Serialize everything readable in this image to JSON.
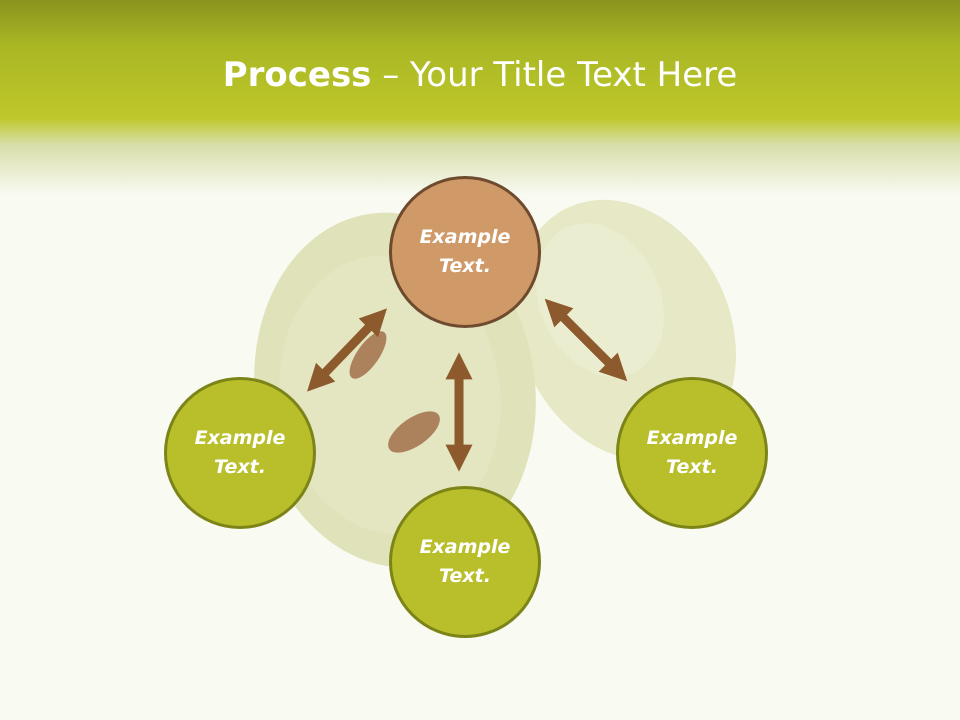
{
  "slide": {
    "title_bold": "Process",
    "title_rest": " – Your Title Text Here"
  },
  "nodes": {
    "top": {
      "label": "Example\nText."
    },
    "left": {
      "label": "Example\nText."
    },
    "bottom": {
      "label": "Example\nText."
    },
    "right": {
      "label": "Example\nText."
    }
  },
  "colors": {
    "header_dark": "#89931e",
    "header_light": "#bfc82a",
    "node_green": "#b8bf2a",
    "node_orange": "#cf9968",
    "arrow_brown": "#8c5a2c"
  }
}
